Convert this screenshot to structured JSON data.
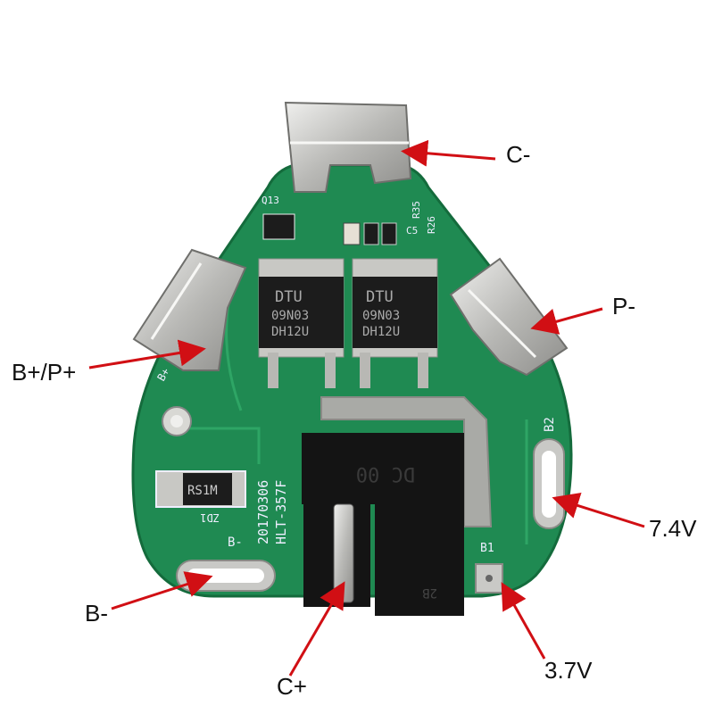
{
  "colors": {
    "pcb": "#1f8a52",
    "pcb_dark": "#146b3c",
    "arrow": "#d10f14",
    "metal": "#c9c9c6",
    "component": "#1c1c1c"
  },
  "labels": {
    "c_minus": "C-",
    "p_minus": "P-",
    "b_plus_p_plus": "B+/P+",
    "v74": "7.4V",
    "b_minus": "B-",
    "c_plus": "C+",
    "v37": "3.7V"
  },
  "silkscreen": {
    "q13": "Q13",
    "c5": "C5",
    "r35": "R35",
    "r26": "R26",
    "date": "20170306",
    "model": "HLT-357F",
    "b2": "B2",
    "b1": "B1",
    "b_minus": "B-",
    "b_plus": "B+",
    "zd1": "ZD1"
  },
  "components": {
    "mosfet_brand": "DTU",
    "mosfet_part": "09N03",
    "mosfet_code": "DH12U",
    "diode": "RS1M",
    "connector_marking": "DC 00",
    "connector_side": "2B"
  }
}
